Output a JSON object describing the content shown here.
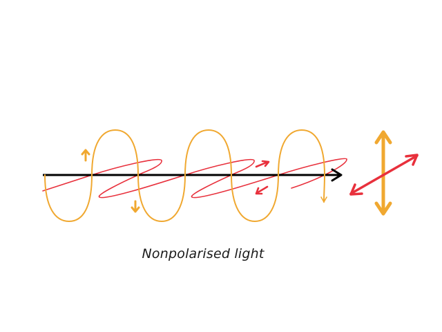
{
  "diagram": {
    "title": "Nonpolarised light",
    "caption": "Nonpolarised light",
    "colors": {
      "background": "#ffffff",
      "axis": "#000000",
      "vertical_wave": "#f0a830",
      "horizontal_wave": "#e8303c",
      "caption_text": "#1a1a1a"
    },
    "elements": [
      {
        "name": "propagation-axis",
        "description": "black arrow pointing right (direction of travel)"
      },
      {
        "name": "vertical-oscillation-wave",
        "description": "orange sine wave oscillating vertically"
      },
      {
        "name": "horizontal-oscillation-wave",
        "description": "red wave oscillating in the horizontal plane (drawn in perspective)"
      },
      {
        "name": "vertical-direction-arrows",
        "description": "small orange up and down arrows"
      },
      {
        "name": "horizontal-direction-arrows",
        "description": "small red diagonal arrows"
      },
      {
        "name": "polarisation-symbol",
        "description": "orange vertical double-headed arrow crossed by red diagonal double-headed arrow"
      }
    ]
  }
}
